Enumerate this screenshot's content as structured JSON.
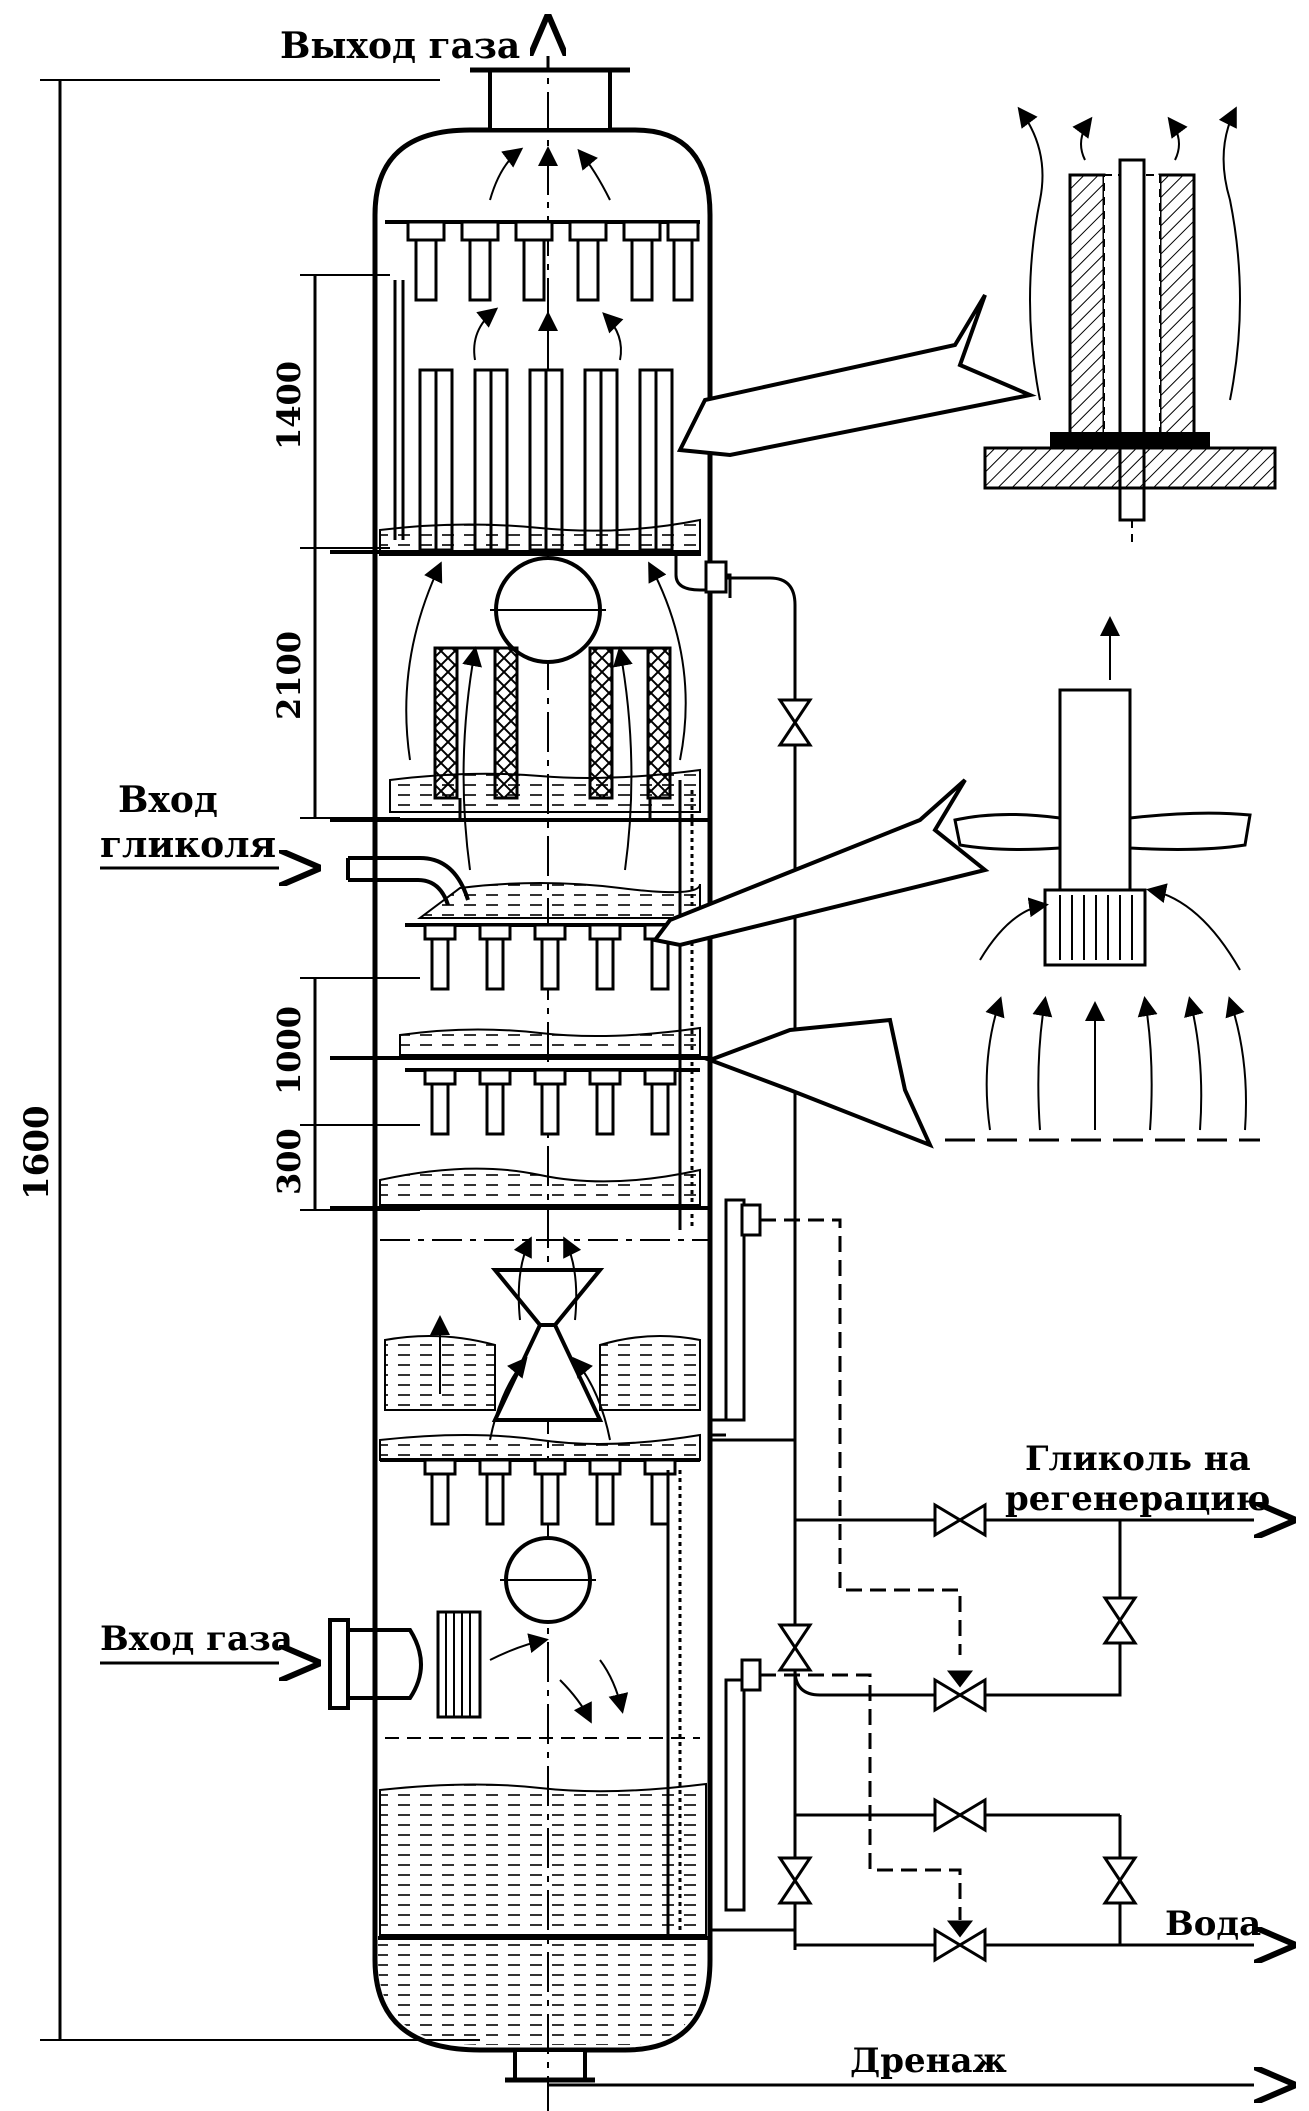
{
  "labels": {
    "gas_out": "Выход газа",
    "glycol_in_line1": "Вход",
    "glycol_in_line2": "гликоля",
    "gas_in": "Вход газа",
    "glycol_regen_line1": "Гликоль на",
    "glycol_regen_line2": "регенерацию",
    "water": "Вода",
    "drain": "Дренаж"
  },
  "dimensions": {
    "d1400": "1400",
    "d2100": "2100",
    "d1000": "1000",
    "d300": "300",
    "d1600": "1600"
  }
}
